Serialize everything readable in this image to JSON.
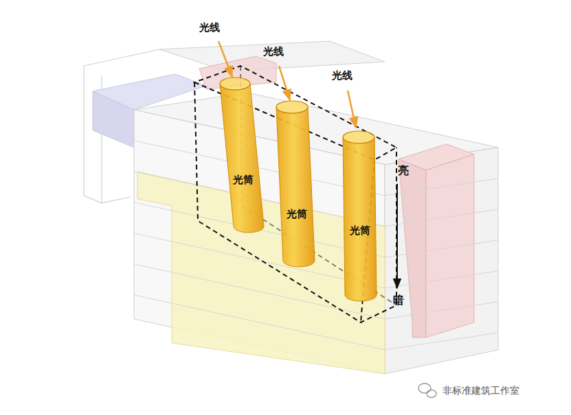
{
  "diagram": {
    "nodes": [
      {
        "text": [
          "光筒"
        ]
      },
      {
        "text": [
          "光筒"
        ]
      },
      {
        "text": [
          "光筒"
        ]
      }
    ],
    "labels": [
      "光线",
      "光线",
      "光线",
      "亮",
      "暗",
      "非标准建筑工作室"
    ]
  }
}
